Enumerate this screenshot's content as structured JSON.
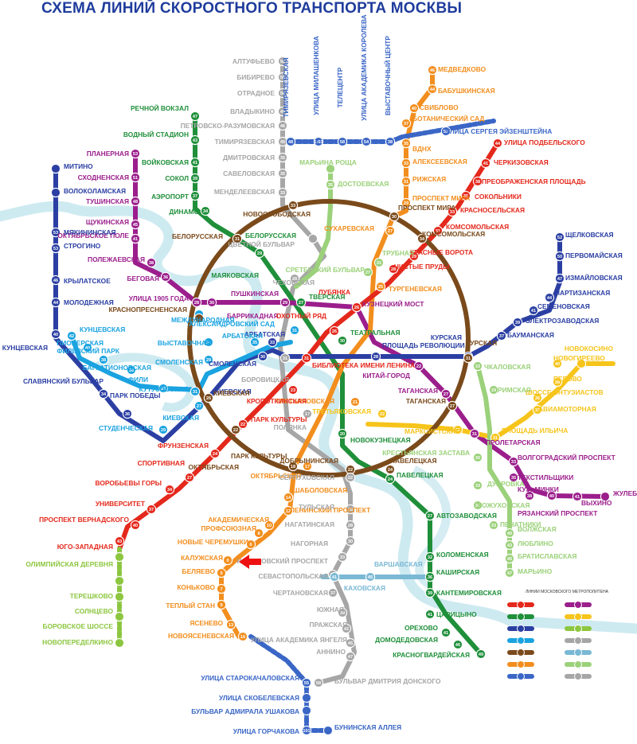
{
  "title": "СХЕМА ЛИНИЙ СКОРОСТНОГО ТРАНСПОРТА МОСКВЫ",
  "legend_title": "ЛИНИИ МОСКОВСКОГО МЕТРОПОЛИТЕНА",
  "marker": {
    "label": "arrow-marker",
    "color": "#ee1111"
  },
  "colors": {
    "red": "#e4281b",
    "green": "#1f8f3a",
    "blue": "#2b3fa3",
    "lightblue": "#1aa3e0",
    "orange": "#f28e1e",
    "purple": "#9b1e8c",
    "yellow": "#f6c41a",
    "grey": "#a6a6a6",
    "lime": "#8cc63f",
    "turquoise": "#7ab8d4",
    "brown": "#7a4a1b",
    "lightgreen": "#9bd17a",
    "monorail": "#3a66c6",
    "river": "#c6e6ee",
    "shell": "#8b8b8b"
  },
  "stations": [
    {
      "id": "s0",
      "t": "Алтуфьево",
      "c": "grey",
      "n": "58"
    },
    {
      "id": "s1",
      "t": "Бибирево",
      "c": "grey",
      "n": "58"
    },
    {
      "id": "s2",
      "t": "Отрадное",
      "c": "grey",
      "n": "56"
    },
    {
      "id": "s3",
      "t": "Владыкино",
      "c": "grey",
      "n": "49"
    },
    {
      "id": "s4",
      "t": "Петровско-Разумовская",
      "c": "grey",
      "n": "46"
    },
    {
      "id": "s5",
      "t": "Тимирязевская",
      "c": "grey",
      "n": "45"
    },
    {
      "id": "s6",
      "t": "Дмитровская",
      "c": "grey",
      "n": "35"
    },
    {
      "id": "s7",
      "t": "Савеловская",
      "c": "grey",
      "n": "35"
    },
    {
      "id": "s8",
      "t": "Менделеевская",
      "c": "grey",
      "n": "33"
    },
    {
      "id": "s9",
      "t": "Речной вокзал",
      "c": "green",
      "n": "47"
    },
    {
      "id": "s10",
      "t": "Водный стадион",
      "c": "green",
      "n": "43"
    },
    {
      "id": "s11",
      "t": "Войковская",
      "c": "green",
      "n": "41"
    },
    {
      "id": "s12",
      "t": "Сокол",
      "c": "green",
      "n": "39"
    },
    {
      "id": "s13",
      "t": "Аэропорт",
      "c": "green",
      "n": "37"
    },
    {
      "id": "s14",
      "t": "Динамо",
      "c": "green",
      "n": "34"
    },
    {
      "id": "s15",
      "t": "Белорусская",
      "c": "green",
      "n": "31"
    },
    {
      "id": "s16",
      "t": "Маяковская",
      "c": "green",
      "n": "29"
    },
    {
      "id": "s17",
      "t": "Тверская",
      "c": "green",
      "n": "27"
    },
    {
      "id": "s18",
      "t": "Театральная",
      "c": "green",
      "n": "30"
    },
    {
      "id": "s19",
      "t": "Новокузнецкая",
      "c": "green",
      "n": "20"
    },
    {
      "id": "s20",
      "t": "Павелецкая",
      "c": "green",
      "n": "24"
    },
    {
      "id": "s21",
      "t": "Автозаводская",
      "c": "green",
      "n": "27"
    },
    {
      "id": "s22",
      "t": "Коломенская",
      "c": "green",
      "n": "32"
    },
    {
      "id": "s23",
      "t": "Каширская",
      "c": "green",
      "n": "36"
    },
    {
      "id": "s24",
      "t": "Кантемировская",
      "c": "green",
      "n": "39"
    },
    {
      "id": "s25",
      "t": "Царицыно",
      "c": "green",
      "n": "41"
    },
    {
      "id": "s26",
      "t": "Орехово",
      "c": "green",
      "n": "41"
    },
    {
      "id": "s27",
      "t": "Домодедовская",
      "c": "green",
      "n": "46"
    },
    {
      "id": "s28",
      "t": "Красногвардейская",
      "c": "green",
      "n": "49"
    },
    {
      "id": "s29",
      "t": "Планерная",
      "c": "purple",
      "n": "53"
    },
    {
      "id": "s30",
      "t": "Сходненская",
      "c": "purple",
      "n": "51"
    },
    {
      "id": "s31",
      "t": "Тушинская",
      "c": "purple",
      "n": "48"
    },
    {
      "id": "s32",
      "t": "Щукинская",
      "c": "purple",
      "n": "45"
    },
    {
      "id": "s33",
      "t": "Октябрьское поле",
      "c": "purple",
      "n": "41"
    },
    {
      "id": "s34",
      "t": "Полежаевская",
      "c": "purple",
      "n": "38"
    },
    {
      "id": "s35",
      "t": "Беговая",
      "c": "purple",
      "n": "36"
    },
    {
      "id": "s36",
      "t": "Улица 1905 года",
      "c": "purple",
      "n": "28"
    },
    {
      "id": "s37",
      "t": "Баррикадная",
      "c": "purple",
      "n": "30"
    },
    {
      "id": "s38",
      "t": "Пушкинская",
      "c": "purple",
      "n": "29"
    },
    {
      "id": "s39",
      "t": "Кузнецкий мост",
      "c": "purple",
      "n": "27"
    },
    {
      "id": "s40",
      "t": "Китай-город",
      "c": "purple",
      "n": "22"
    },
    {
      "id": "s41",
      "t": "Таганская",
      "c": "purple",
      "n": "27"
    },
    {
      "id": "s42",
      "t": "Пролетарская",
      "c": "purple",
      "n": "31"
    },
    {
      "id": "s43",
      "t": "Волгоградский проспект",
      "c": "purple",
      "n": "33"
    },
    {
      "id": "s44",
      "t": "Текстильщики",
      "c": "purple",
      "n": "35"
    },
    {
      "id": "s45",
      "t": "Кузьминки",
      "c": "purple",
      "n": "38"
    },
    {
      "id": "s46",
      "t": "Рязанский проспект",
      "c": "purple",
      "n": "40"
    },
    {
      "id": "s47",
      "t": "Выхино",
      "c": "purple",
      "n": "41"
    },
    {
      "id": "s48",
      "t": "Жулебино",
      "c": "purple",
      "n": ""
    },
    {
      "id": "s49",
      "t": "Медведково",
      "c": "orange",
      "n": "46"
    },
    {
      "id": "s50",
      "t": "Бабушкинская",
      "c": "orange",
      "n": "44"
    },
    {
      "id": "s51",
      "t": "Свиблово",
      "c": "orange",
      "n": "40"
    },
    {
      "id": "s52",
      "t": "Ботанический сад",
      "c": "orange",
      "n": "37"
    },
    {
      "id": "s53",
      "t": "ВДНХ",
      "c": "orange",
      "n": "35"
    },
    {
      "id": "s54",
      "t": "Алексеевская",
      "c": "orange",
      "n": "33"
    },
    {
      "id": "s55",
      "t": "Рижская",
      "c": "orange",
      "n": "31"
    },
    {
      "id": "s56",
      "t": "Проспект Мира",
      "c": "orange",
      "n": "29"
    },
    {
      "id": "s57",
      "t": "Сухаревская",
      "c": "orange",
      "n": "27"
    },
    {
      "id": "s58",
      "t": "Тургеневская",
      "c": "orange",
      "n": "25"
    },
    {
      "id": "s59",
      "t": "Третьяковская",
      "c": "orange",
      "n": "21"
    },
    {
      "id": "s60",
      "t": "Октябрьская",
      "c": "orange",
      "n": "17"
    },
    {
      "id": "s61",
      "t": "Шаболовская",
      "c": "orange",
      "n": "14"
    },
    {
      "id": "s62",
      "t": "Ленинский проспект",
      "c": "orange",
      "n": "12"
    },
    {
      "id": "s63",
      "t": "Академическая",
      "c": "orange",
      "n": "10"
    },
    {
      "id": "s64",
      "t": "Профсоюзная",
      "c": "orange",
      "n": "8"
    },
    {
      "id": "s65",
      "t": "Новые Черемушки",
      "c": "orange",
      "n": "6"
    },
    {
      "id": "s66",
      "t": "Калужская",
      "c": "orange",
      "n": "0"
    },
    {
      "id": "s67",
      "t": "Беляево",
      "c": "orange",
      "n": "5"
    },
    {
      "id": "s68",
      "t": "Коньково",
      "c": "orange",
      "n": "7"
    },
    {
      "id": "s69",
      "t": "Теплый Стан",
      "c": "orange",
      "n": "9"
    },
    {
      "id": "s70",
      "t": "Ясенево",
      "c": "orange",
      "n": "13"
    },
    {
      "id": "s71",
      "t": "Новоясеневская",
      "c": "orange",
      "n": "16"
    },
    {
      "id": "s72",
      "t": "Улица Подбельского",
      "c": "red",
      "n": "44"
    },
    {
      "id": "s73",
      "t": "Черкизовская",
      "c": "red",
      "n": "41"
    },
    {
      "id": "s74",
      "t": "Преображенская площадь",
      "c": "red",
      "n": "38"
    },
    {
      "id": "s75",
      "t": "Сокольники",
      "c": "red",
      "n": "35"
    },
    {
      "id": "s76",
      "t": "Красносельская",
      "c": "red",
      "n": "33"
    },
    {
      "id": "s77",
      "t": "Комсомольская",
      "c": "red",
      "n": "31"
    },
    {
      "id": "s78",
      "t": "Красные ворота",
      "c": "red",
      "n": "29"
    },
    {
      "id": "s79",
      "t": "Чистые пруды",
      "c": "red",
      "n": "28"
    },
    {
      "id": "s80",
      "t": "Лубянка",
      "c": "red",
      "n": "26"
    },
    {
      "id": "s81",
      "t": "Охотный ряд",
      "c": "red",
      "n": "26"
    },
    {
      "id": "s82",
      "t": "Библиотека имени Ленина",
      "c": "red",
      "n": "31"
    },
    {
      "id": "s83",
      "t": "Кропоткинская",
      "c": "red",
      "n": "23"
    },
    {
      "id": "s84",
      "t": "Парк культуры",
      "c": "red",
      "n": "22"
    },
    {
      "id": "s85",
      "t": "Фрунзенская",
      "c": "red",
      "n": "24"
    },
    {
      "id": "s86",
      "t": "Спортивная",
      "c": "red",
      "n": "27"
    },
    {
      "id": "s87",
      "t": "Воробьевы горы",
      "c": "red",
      "n": "34"
    },
    {
      "id": "s88",
      "t": "Университет",
      "c": "red",
      "n": "37"
    },
    {
      "id": "s89",
      "t": "Проспект Вернадского",
      "c": "red",
      "n": "40"
    },
    {
      "id": "s90",
      "t": "Юго-Западная",
      "c": "red",
      "n": "43"
    },
    {
      "id": "s91",
      "t": "Щелковская",
      "c": "blue",
      "n": "52"
    },
    {
      "id": "s92",
      "t": "Первомайская",
      "c": "blue",
      "n": "50"
    },
    {
      "id": "s93",
      "t": "Измайловская",
      "c": "blue",
      "n": "47"
    },
    {
      "id": "s94",
      "t": "Партизанская",
      "c": "blue",
      "n": "44"
    },
    {
      "id": "s95",
      "t": "Семеновская",
      "c": "blue",
      "n": "41"
    },
    {
      "id": "s96",
      "t": "Электрозаводская",
      "c": "blue",
      "n": "39"
    },
    {
      "id": "s97",
      "t": "Бауманская",
      "c": "blue",
      "n": "37"
    },
    {
      "id": "s98",
      "t": "Курская",
      "c": "blue",
      "n": "31"
    },
    {
      "id": "s99",
      "t": "Площадь Революции",
      "c": "blue",
      "n": "28"
    },
    {
      "id": "s100",
      "t": "Арбатская",
      "c": "blue",
      "n": "33"
    },
    {
      "id": "s101",
      "t": "Смоленская",
      "c": "blue",
      "n": "30"
    },
    {
      "id": "s102",
      "t": "Киевская",
      "c": "blue",
      "n": "25"
    },
    {
      "id": "s103",
      "t": "Парк Победы",
      "c": "blue",
      "n": "34"
    },
    {
      "id": "s104",
      "t": "Славянский бульвар",
      "c": "blue",
      "n": "36"
    },
    {
      "id": "s105",
      "t": "Кунцевская",
      "c": "blue",
      "n": "40"
    },
    {
      "id": "s106",
      "t": "Молодежная",
      "c": "blue",
      "n": "44"
    },
    {
      "id": "s107",
      "t": "Крылатское",
      "c": "blue",
      "n": "46"
    },
    {
      "id": "s108",
      "t": "Строгино",
      "c": "blue",
      "n": "53"
    },
    {
      "id": "s109",
      "t": "Мякининская",
      "c": "blue",
      "n": "53"
    },
    {
      "id": "s110",
      "t": "Волоколамская",
      "c": "blue",
      "n": ""
    },
    {
      "id": "s111",
      "t": "Митино",
      "c": "blue",
      "n": ""
    },
    {
      "id": "s112",
      "t": "Кунцевская",
      "c": "lightblue",
      "n": "42"
    },
    {
      "id": "s113",
      "t": "Пионерская",
      "c": "lightblue",
      "n": "40"
    },
    {
      "id": "s114",
      "t": "Филевский парк",
      "c": "lightblue",
      "n": "38"
    },
    {
      "id": "s115",
      "t": "Багратионовская",
      "c": "lightblue",
      "n": "36"
    },
    {
      "id": "s116",
      "t": "Фили",
      "c": "lightblue",
      "n": "33"
    },
    {
      "id": "s117",
      "t": "Кутузовская",
      "c": "lightblue",
      "n": "31"
    },
    {
      "id": "s118",
      "t": "Студенческая",
      "c": "lightblue",
      "n": "29"
    },
    {
      "id": "s119",
      "t": "Киевская",
      "c": "lightblue",
      "n": "27"
    },
    {
      "id": "s120",
      "t": "Международная",
      "c": "lightblue",
      "n": ""
    },
    {
      "id": "s121",
      "t": "Выставочная",
      "c": "lightblue",
      "n": "31"
    },
    {
      "id": "s122",
      "t": "Смоленская",
      "c": "lightblue",
      "n": "29"
    },
    {
      "id": "s123",
      "t": "Арбатская",
      "c": "lightblue",
      "n": "35"
    },
    {
      "id": "s124",
      "t": "Александровский сад",
      "c": "lightblue",
      "n": "31"
    },
    {
      "id": "s125",
      "t": "Новокосино",
      "c": "yellow",
      "n": ""
    },
    {
      "id": "s126",
      "t": "Новогиреево",
      "c": "yellow",
      "n": "40"
    },
    {
      "id": "s127",
      "t": "Перово",
      "c": "yellow",
      "n": "38"
    },
    {
      "id": "s128",
      "t": "Шоссе Энтузиастов",
      "c": "yellow",
      "n": "36"
    },
    {
      "id": "s129",
      "t": "Авиамоторная",
      "c": "yellow",
      "n": "33"
    },
    {
      "id": "s130",
      "t": "Площадь Ильича",
      "c": "yellow",
      "n": "31"
    },
    {
      "id": "s131",
      "t": "Марксистская",
      "c": "yellow",
      "n": "25"
    },
    {
      "id": "s132",
      "t": "Третьяковская",
      "c": "yellow",
      "n": "22"
    },
    {
      "id": "s133",
      "t": "Марьина Роща",
      "c": "lightgreen",
      "n": ""
    },
    {
      "id": "s134",
      "t": "Достоевская",
      "c": "lightgreen",
      "n": "35"
    },
    {
      "id": "s135",
      "t": "Трубная",
      "c": "lightgreen",
      "n": "31"
    },
    {
      "id": "s136",
      "t": "Сретенский бульвар",
      "c": "lightgreen",
      "n": "27"
    },
    {
      "id": "s137",
      "t": "Чкаловская",
      "c": "lightgreen",
      "n": "33"
    },
    {
      "id": "s138",
      "t": "Римская",
      "c": "lightgreen",
      "n": "29"
    },
    {
      "id": "s139",
      "t": "Крестьянская Застава",
      "c": "lightgreen",
      "n": "30"
    },
    {
      "id": "s140",
      "t": "Дубровка",
      "c": "lightgreen",
      "n": "33"
    },
    {
      "id": "s141",
      "t": "Кожуховская",
      "c": "lightgreen",
      "n": "36"
    },
    {
      "id": "s142",
      "t": "Печатники",
      "c": "lightgreen",
      "n": "33"
    },
    {
      "id": "s143",
      "t": "Волжская",
      "c": "lightgreen",
      "n": "40"
    },
    {
      "id": "s144",
      "t": "Люблино",
      "c": "lightgreen",
      "n": "43"
    },
    {
      "id": "s145",
      "t": "Братиславская",
      "c": "lightgreen",
      "n": "45"
    },
    {
      "id": "s146",
      "t": "Марьино",
      "c": "lightgreen",
      "n": "47"
    },
    {
      "id": "s147",
      "t": "Новослободская",
      "c": "brown",
      "n": "33"
    },
    {
      "id": "s148",
      "t": "Проспект Мира",
      "c": "brown",
      "n": "30"
    },
    {
      "id": "s149",
      "t": "Комсомольская",
      "c": "brown",
      "n": "34"
    },
    {
      "id": "s150",
      "t": "Курская",
      "c": "brown",
      "n": "31"
    },
    {
      "id": "s151",
      "t": "Таганская",
      "c": "brown",
      "n": "27"
    },
    {
      "id": "s152",
      "t": "Павелецкая",
      "c": "brown",
      "n": "24"
    },
    {
      "id": "s153",
      "t": "Добрынинская",
      "c": "brown",
      "n": "22"
    },
    {
      "id": "s154",
      "t": "Октябрьская",
      "c": "brown",
      "n": "18"
    },
    {
      "id": "s155",
      "t": "Парк культуры",
      "c": "brown",
      "n": "22"
    },
    {
      "id": "s156",
      "t": "Киевская",
      "c": "brown",
      "n": "26"
    },
    {
      "id": "s157",
      "t": "Краснопресненская",
      "c": "brown",
      "n": ""
    },
    {
      "id": "s158",
      "t": "Белорусская",
      "c": "brown",
      "n": "31"
    },
    {
      "id": "s159",
      "t": "Цветной бульвар",
      "c": "grey",
      "n": ""
    },
    {
      "id": "s160",
      "t": "Чеховская",
      "c": "grey",
      "n": "28"
    },
    {
      "id": "s161",
      "t": "Боровицкая",
      "c": "grey",
      "n": "31"
    },
    {
      "id": "s162",
      "t": "Полянка",
      "c": "grey",
      "n": "17"
    },
    {
      "id": "s163",
      "t": "Серпуховская",
      "c": "grey",
      "n": "22"
    },
    {
      "id": "s164",
      "t": "Тульская",
      "c": "grey",
      "n": "25"
    },
    {
      "id": "s165",
      "t": "Нагатинская",
      "c": "grey",
      "n": "28"
    },
    {
      "id": "s166",
      "t": "Нагорная",
      "c": "grey",
      "n": "30"
    },
    {
      "id": "s167",
      "t": "Нахимовский проспект",
      "c": "grey",
      "n": "33"
    },
    {
      "id": "s168",
      "t": "Севастопольская",
      "c": "grey",
      "n": "35"
    },
    {
      "id": "s169",
      "t": "Чертановская",
      "c": "grey",
      "n": "37"
    },
    {
      "id": "s170",
      "t": "Южная",
      "c": "grey",
      "n": "39"
    },
    {
      "id": "s171",
      "t": "Пражская",
      "c": "grey",
      "n": "42"
    },
    {
      "id": "s172",
      "t": "Улица Академика Янгеля",
      "c": "grey",
      "n": "45"
    },
    {
      "id": "s173",
      "t": "Аннино",
      "c": "grey",
      "n": "47"
    },
    {
      "id": "s174",
      "t": "Бульвар Дмитрия Донского",
      "c": "grey",
      "n": "58"
    },
    {
      "id": "s175",
      "t": "Варшавская",
      "c": "turquoise",
      "n": "45"
    },
    {
      "id": "s176",
      "t": "Каховская",
      "c": "turquoise",
      "n": "41"
    },
    {
      "id": "s177",
      "t": "Олимпийская деревня",
      "c": "lime",
      "n": ""
    },
    {
      "id": "s178",
      "t": "Терешково",
      "c": "lime",
      "n": ""
    },
    {
      "id": "s179",
      "t": "Солнцево",
      "c": "lime",
      "n": ""
    },
    {
      "id": "s180",
      "t": "Боровское шоссе",
      "c": "lime",
      "n": ""
    },
    {
      "id": "s181",
      "t": "Новопеределкино",
      "c": "lime",
      "n": ""
    },
    {
      "id": "s182",
      "t": "Улица Старокачаловская",
      "c": "monorail",
      "n": "55"
    },
    {
      "id": "s183",
      "t": "Улица Скобелевская",
      "c": "monorail",
      "n": ""
    },
    {
      "id": "s184",
      "t": "Бульвар Адмирала Ушакова",
      "c": "monorail",
      "n": ""
    },
    {
      "id": "s185",
      "t": "Улица Горчакова",
      "c": "monorail",
      "n": "101"
    },
    {
      "id": "s186",
      "t": "Бунинская аллея",
      "c": "monorail",
      "n": ""
    },
    {
      "id": "s187",
      "t": "Тимирязевская",
      "c": "monorail",
      "n": "48"
    },
    {
      "id": "s188",
      "t": "Улица Милашенкова",
      "c": "monorail",
      "n": "1:01"
    },
    {
      "id": "s189",
      "t": "Телецентр",
      "c": "monorail",
      "n": "58"
    },
    {
      "id": "s190",
      "t": "Улица Академика Королева",
      "c": "monorail",
      "n": "54"
    },
    {
      "id": "s191",
      "t": "Выставочный центр",
      "c": "monorail",
      "n": "38"
    },
    {
      "id": "s192",
      "t": "Улица Сергея Эйзенштейна",
      "c": "monorail",
      "n": "52"
    }
  ]
}
